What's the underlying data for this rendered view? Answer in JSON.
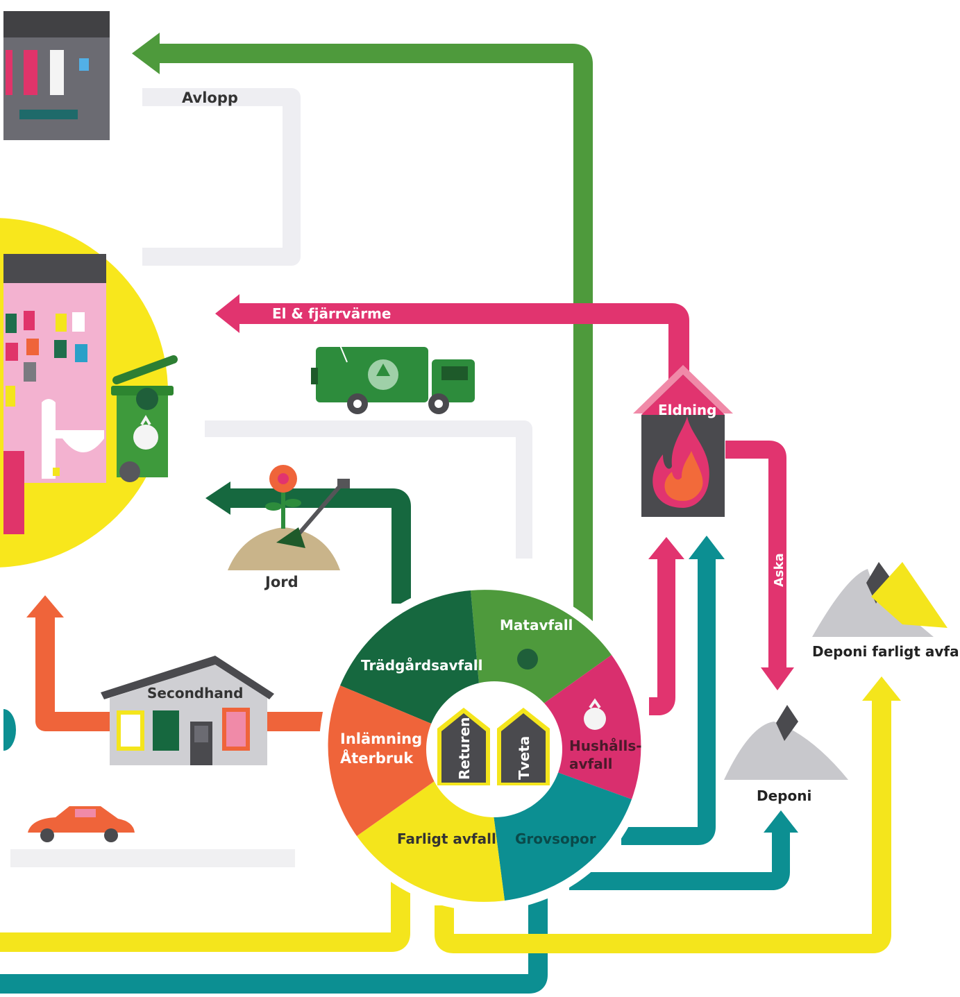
{
  "labels": {
    "avlopp": "Avlopp",
    "el_fjarrvarme": "El & fjärrvärme",
    "jord": "Jord",
    "secondhand": "Secondhand",
    "eldning": "Eldning",
    "aska": "Aska",
    "deponi_farligt": "Deponi farligt avfall",
    "deponi": "Deponi"
  },
  "wheel": {
    "center_left": "Returen",
    "center_right": "Tveta",
    "segments": {
      "matavfall": "Matavfall",
      "tradgard": "Trädgårdsavfall",
      "inlamning_1": "Inlämning",
      "inlamning_2": "Återbruk",
      "hushall_1": "Hushålls-",
      "hushall_2": "avfall",
      "grovsopor": "Grovsopor",
      "farligt": "Farligt avfall"
    }
  },
  "colors": {
    "matavfall": "#4e9a3c",
    "tradgard": "#16683f",
    "hushall": "#d92f6e",
    "grovsopor": "#0c8f92",
    "farligt": "#f4e51c",
    "inlamning": "#ef643a",
    "pink_flow": "#e1346f",
    "yellow_bg": "#f8e71c",
    "dark_house": "#4a4a4e"
  },
  "icons": [
    "recycling-truck-icon",
    "flower-icon",
    "shovel-icon",
    "house-icon",
    "flame-icon",
    "car-icon",
    "trash-bin-icon",
    "bag-icon"
  ]
}
